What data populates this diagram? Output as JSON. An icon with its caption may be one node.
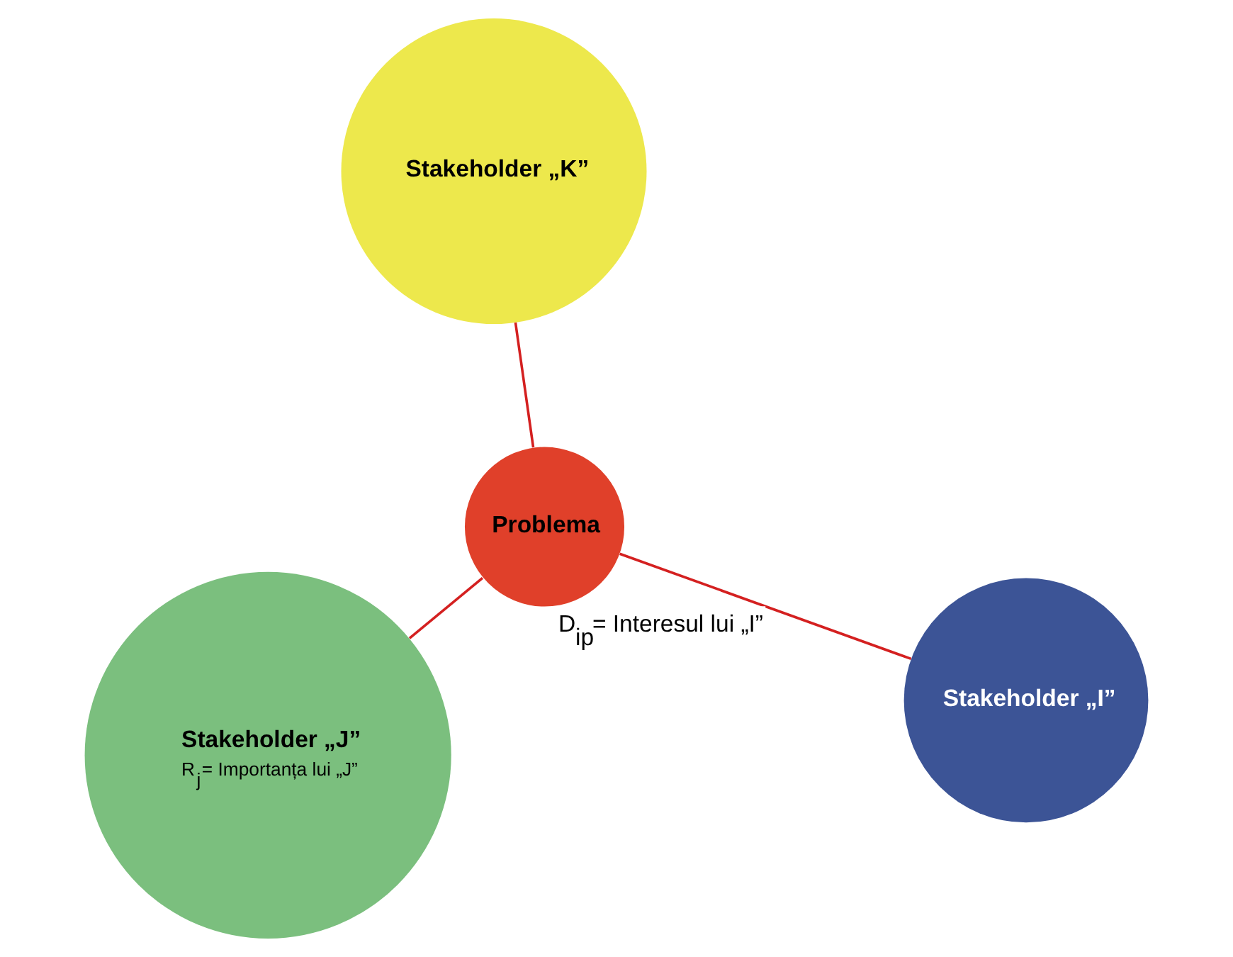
{
  "diagram": {
    "nodes": [
      {
        "text": [
          "Stakeholder „J”",
          "R$_{j}$= Importanța lui „J”"
        ]
      },
      {
        "text": [
          "Stakeholder „I”"
        ]
      },
      {
        "text": [
          "Problema"
        ]
      },
      {
        "text": [
          "Stakeholder „K”"
        ]
      }
    ],
    "edges": [
      {
        "from": 2,
        "to": 0,
        "arrow": "none"
      },
      {
        "from": 2,
        "to": 1,
        "arrow": "none",
        "label": "D$_{ip}$= Interesul lui „I”"
      },
      {
        "from": 2,
        "to": 3,
        "arrow": "none"
      }
    ]
  }
}
